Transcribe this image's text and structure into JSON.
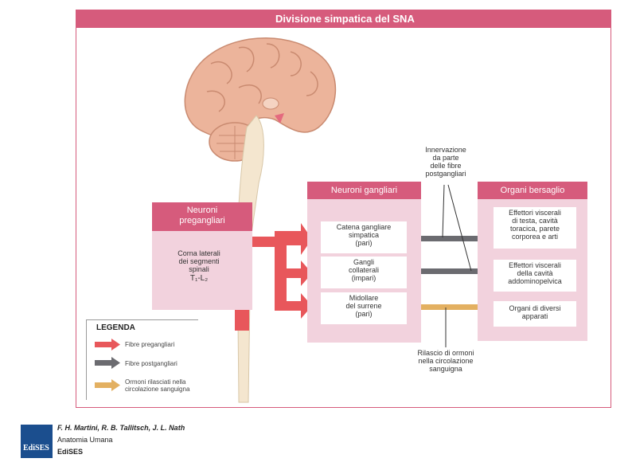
{
  "title": "Divisione simpatica del SNA",
  "preganglionic": {
    "heading": "Neuroni pregangliari",
    "box_lines": [
      "Corna laterali",
      "dei segmenti",
      "spinali",
      "T₁-L₂"
    ]
  },
  "ganglionic": {
    "heading": "Neuroni gangliari",
    "items": [
      {
        "lines": [
          "Catena gangliare",
          "simpatica",
          "(pari)"
        ]
      },
      {
        "lines": [
          "Gangli",
          "collaterali",
          "(impari)"
        ]
      },
      {
        "lines": [
          "Midollare",
          "del surrene",
          "(pari)"
        ]
      }
    ]
  },
  "targets": {
    "heading": "Organi bersaglio",
    "items": [
      {
        "lines": [
          "Effettori viscerali",
          "di testa, cavità",
          "toracica, parete",
          "corporea e arti"
        ]
      },
      {
        "lines": [
          "Effettori viscerali",
          "della cavità",
          "addominopelvica"
        ]
      },
      {
        "lines": [
          "Organi di diversi",
          "apparati"
        ]
      }
    ]
  },
  "annotation_top": [
    "Innervazione",
    "da parte",
    "delle fibre",
    "postgangliari"
  ],
  "annotation_bottom": [
    "Rilascio di ormoni",
    "nella circolazione",
    "sanguigna"
  ],
  "legend": {
    "title": "LEGENDA",
    "items": [
      {
        "lines": [
          "Fibre pregangliari"
        ],
        "color": "#e8575b"
      },
      {
        "lines": [
          "Fibre postgangliari"
        ],
        "color": "#6b6b70"
      },
      {
        "lines": [
          "Ormoni rilasciati nella",
          "circolazione sanguigna"
        ],
        "color": "#e3b061"
      }
    ]
  },
  "colors": {
    "accent": "#d65b7c",
    "panel": "#f2d2dd",
    "preganglionic_fiber": "#e8575b",
    "postganglionic_fiber": "#6b6b70",
    "hormone": "#e3b061"
  },
  "credit": {
    "authors": "F. H. Martini, R. B. Tallitsch, J. L. Nath",
    "book": "Anatomia Umana",
    "publisher": "EdiSES",
    "logo_text": "EdiSES"
  }
}
